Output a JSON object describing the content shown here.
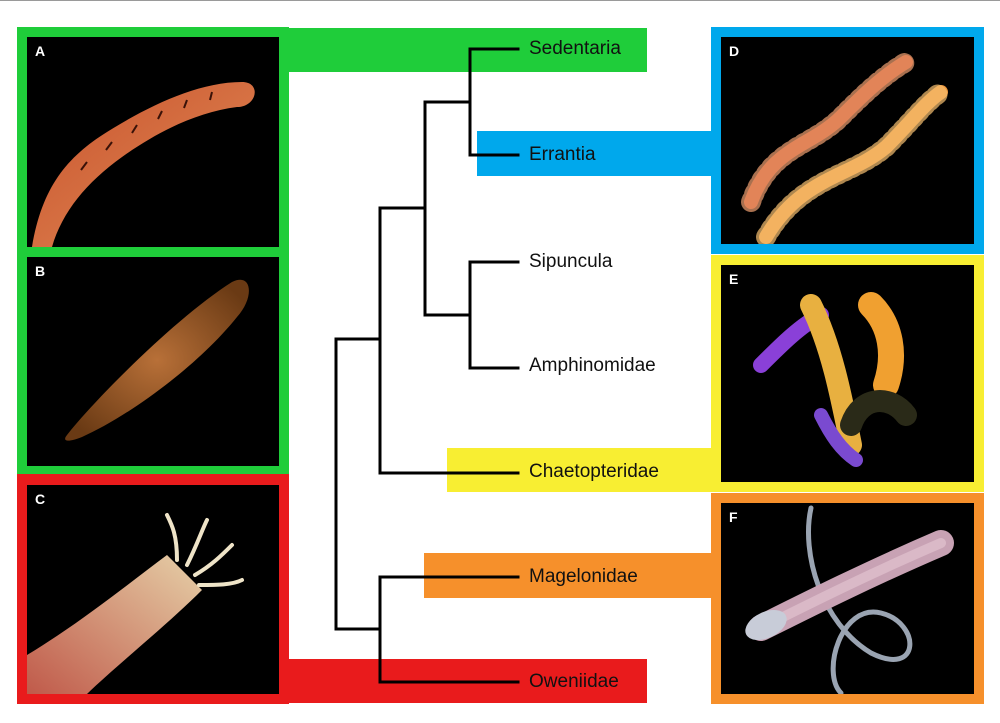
{
  "colors": {
    "green": "#1fcd3a",
    "blue": "#00a8ec",
    "yellow": "#f8ee32",
    "orange": "#f6902b",
    "red": "#e91b1c",
    "tree": "#000000"
  },
  "panels": [
    {
      "label": "A",
      "subject": "red segmented worm"
    },
    {
      "label": "B",
      "subject": "flat orange worm"
    },
    {
      "label": "C",
      "subject": "tentacled tube worm"
    },
    {
      "label": "D",
      "subject": "two bristle worms"
    },
    {
      "label": "E",
      "subject": "purple-yellow fan worm"
    },
    {
      "label": "F",
      "subject": "translucent looped worm"
    }
  ],
  "tree": {
    "taxa": [
      {
        "name": "Sedentaria",
        "color": "green"
      },
      {
        "name": "Errantia",
        "color": "blue"
      },
      {
        "name": "Sipuncula",
        "color": "none"
      },
      {
        "name": "Amphinomidae",
        "color": "none"
      },
      {
        "name": "Chaetopteridae",
        "color": "yellow"
      },
      {
        "name": "Magelonidae",
        "color": "orange"
      },
      {
        "name": "Oweniidae",
        "color": "red"
      }
    ]
  }
}
